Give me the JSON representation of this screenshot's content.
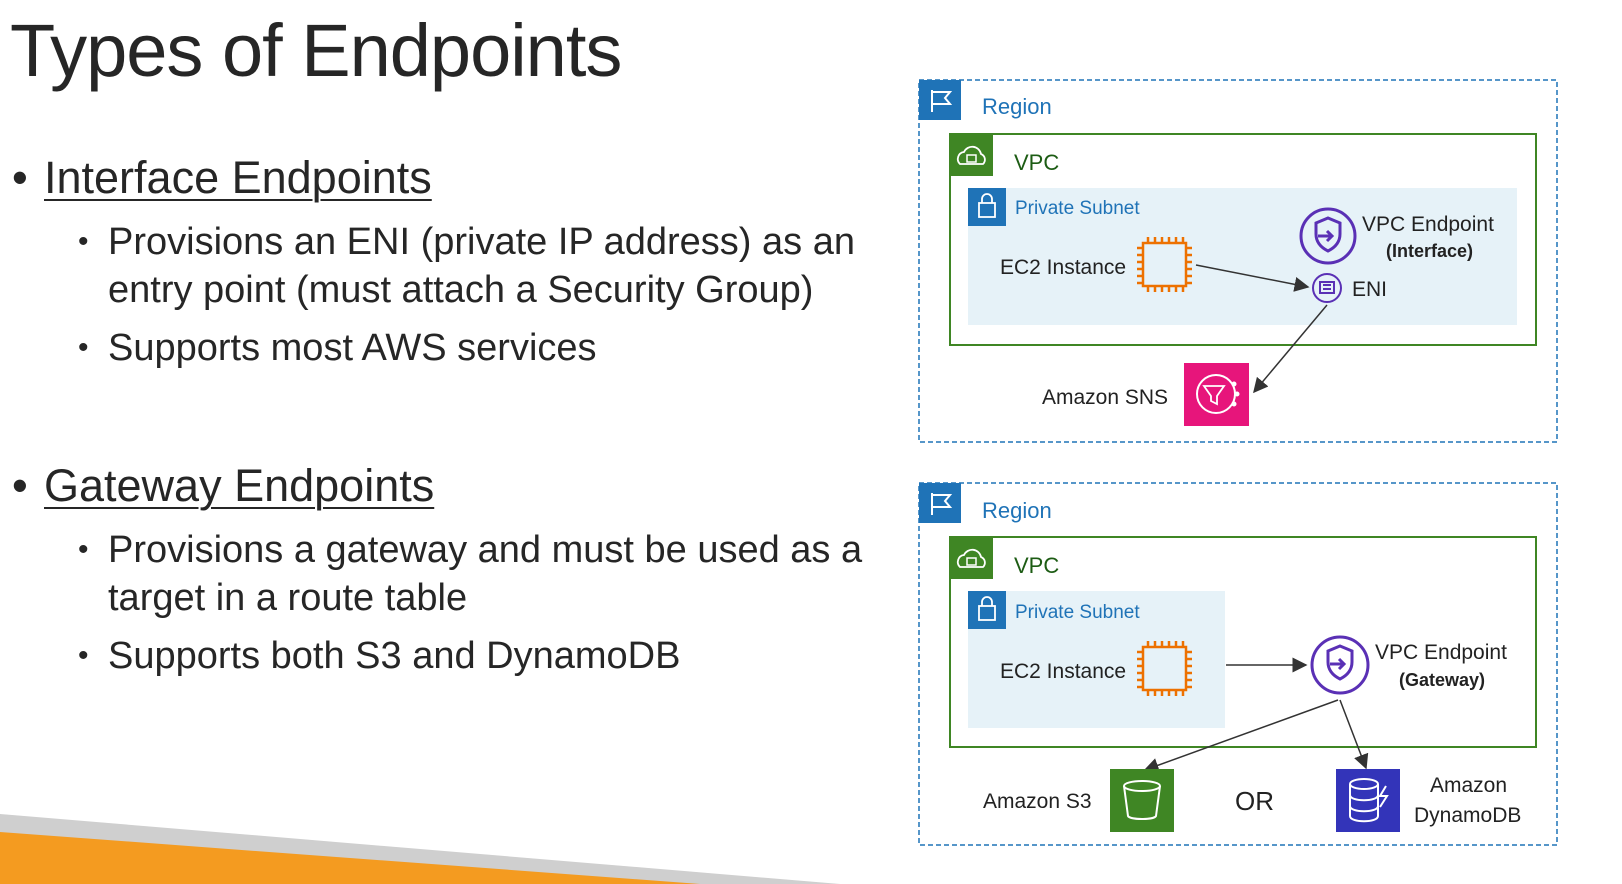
{
  "slide": {
    "title": "Types of Endpoints"
  },
  "bullets": [
    {
      "heading": "Interface Endpoints",
      "items": [
        "Provisions an ENI (private IP address) as an entry point (must attach a Security Group)",
        "Supports most AWS services"
      ]
    },
    {
      "heading": "Gateway Endpoints",
      "items": [
        "Provisions a gateway and must be used as a target in a route table",
        "Supports both S3 and DynamoDB"
      ]
    }
  ],
  "diagram_interface": {
    "region_label": "Region",
    "vpc_label": "VPC",
    "subnet_label": "Private Subnet",
    "ec2_label": "EC2 Instance",
    "endpoint_label": "VPC Endpoint",
    "endpoint_type": "(Interface)",
    "eni_label": "ENI",
    "service_label": "Amazon SNS"
  },
  "diagram_gateway": {
    "region_label": "Region",
    "vpc_label": "VPC",
    "subnet_label": "Private Subnet",
    "ec2_label": "EC2 Instance",
    "endpoint_label": "VPC Endpoint",
    "endpoint_type": "(Gateway)",
    "s3_label": "Amazon S3",
    "or_label": "OR",
    "dynamo_label_1": "Amazon",
    "dynamo_label_2": "DynamoDB"
  },
  "colors": {
    "region_blue": "#1f73b7",
    "vpc_green": "#3f8624",
    "subnet_fill": "#e6f2f8",
    "ec2_orange": "#ed7100",
    "endpoint_purple": "#5a30b5",
    "sns_pink": "#e7157b",
    "s3_green": "#3f8624",
    "dynamo_blue": "#3334b9",
    "accent_orange": "#f49b20"
  },
  "icons": {
    "region": "flag-icon",
    "vpc": "cloud-lock-icon",
    "subnet": "lock-icon",
    "ec2": "chip-icon",
    "endpoint": "shield-arrow-icon",
    "eni": "network-interface-icon",
    "sns": "sns-icon",
    "s3": "bucket-icon",
    "dynamodb": "database-icon"
  }
}
